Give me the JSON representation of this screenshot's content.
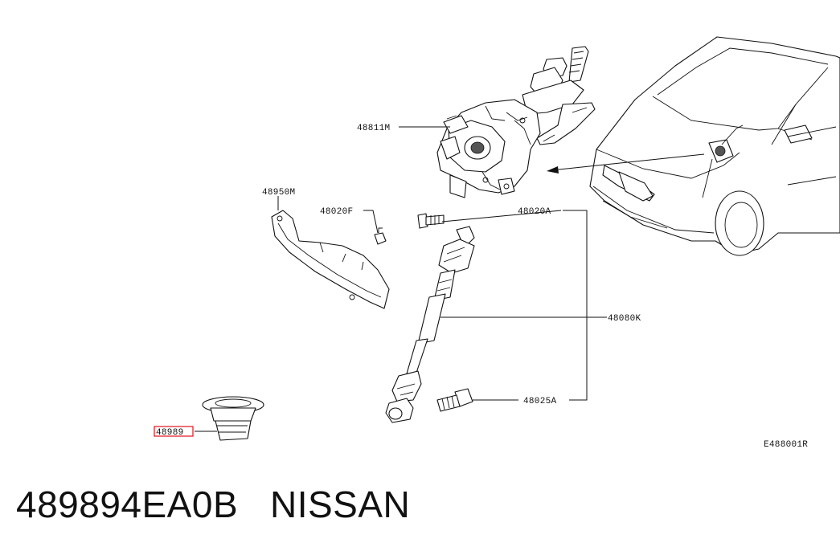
{
  "diagram": {
    "labels": {
      "column": "48811M",
      "cover": "48950M",
      "clip": "48020F",
      "bolt_upper": "48020A",
      "shaft": "48080K",
      "bolt_lower": "48025A",
      "seal": "48989",
      "figure_code": "E488001R"
    },
    "highlight_color": "#e0121b"
  },
  "caption": {
    "part_number": "489894EA0B",
    "brand": "NISSAN"
  }
}
